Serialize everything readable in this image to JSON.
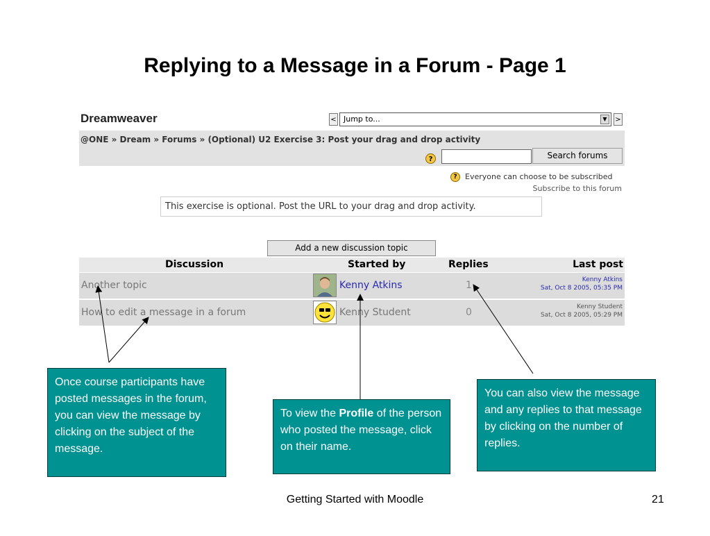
{
  "slide": {
    "title": "Replying to a Message in a Forum - Page 1",
    "footer": "Getting Started with Moodle",
    "page_number": "21"
  },
  "moodle": {
    "course_name": "Dreamweaver",
    "jump_to": {
      "value": "Jump to...",
      "prev_label": "<",
      "next_label": ">"
    },
    "breadcrumb": "@ONE » Dream » Forums » (Optional) U2 Exercise 3: Post your drag and drop activity",
    "search_button": "Search forums",
    "help_symbol": "?",
    "subscription_info": "Everyone can choose to be subscribed",
    "subscribe_link": "Subscribe to this forum",
    "intro_text": "This exercise is optional. Post the URL to your drag and drop activity.",
    "add_topic_button": "Add a new discussion topic",
    "table": {
      "headers": {
        "discussion": "Discussion",
        "started_by": "Started by",
        "replies": "Replies",
        "last_post": "Last post"
      },
      "rows": [
        {
          "subject": "Another topic",
          "started_by": "Kenny Atkins",
          "replies": "1",
          "last_post_by": "Kenny Atkins",
          "last_post_date": "Sat, Oct 8 2005, 05:35 PM"
        },
        {
          "subject": "How to edit a message in a forum",
          "started_by": "Kenny Student",
          "replies": "0",
          "last_post_by": "Kenny Student",
          "last_post_date": "Sat, Oct 8 2005, 05:29 PM"
        }
      ]
    }
  },
  "callouts": {
    "c1": "Once course participants have posted messages in the forum, you can view the message by clicking on the subject of the message.",
    "c2_pre": "To view the ",
    "c2_bold": "Profile",
    "c2_post": " of the person who posted the message, click on their name.",
    "c3": "You can also view the message and any replies to that message by clicking on the number of replies."
  },
  "colors": {
    "callout_bg": "#009191",
    "link": "#2a2ab0"
  }
}
